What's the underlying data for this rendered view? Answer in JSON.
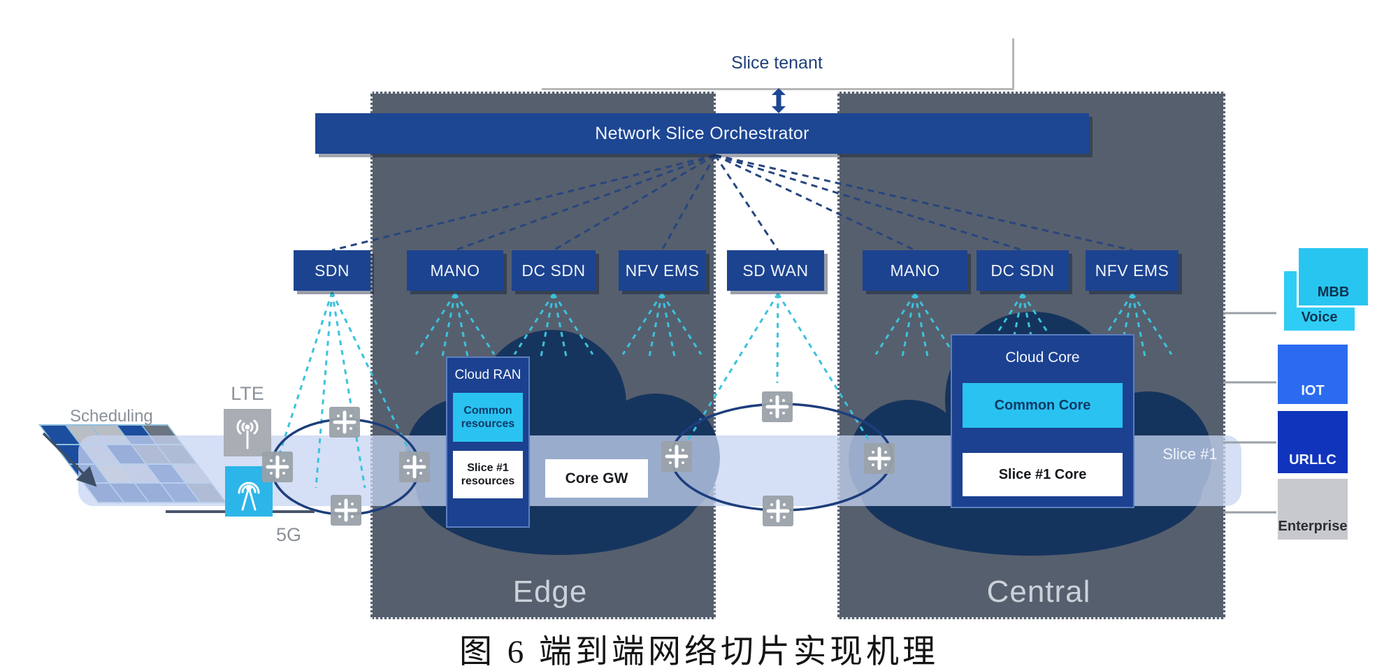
{
  "caption": "图 6 端到端网络切片实现机理",
  "slice_tenant": "Slice tenant",
  "orchestrator": "Network Slice Orchestrator",
  "controllers": {
    "sdn": "SDN",
    "mano_edge": "MANO",
    "dc_sdn_edge": "DC SDN",
    "nfv_ems_edge": "NFV EMS",
    "sd_wan": "SD WAN",
    "mano_central": "MANO",
    "dc_sdn_central": "DC SDN",
    "nfv_ems_central": "NFV EMS"
  },
  "edge": {
    "label": "Edge",
    "cloud_ran_title": "Cloud RAN",
    "cloud_ran_common": "Common resources",
    "cloud_ran_slice1": "Slice #1 resources",
    "core_gw": "Core GW"
  },
  "central": {
    "label": "Central",
    "cloud_core_title": "Cloud Core",
    "cloud_core_common": "Common Core",
    "cloud_core_slice1": "Slice #1 Core"
  },
  "access": {
    "scheduling": "Scheduling",
    "lte": "LTE",
    "five_g": "5G"
  },
  "slice_band_label": "Slice #1",
  "services": [
    {
      "label": "Voice",
      "color": "#2fcdf5"
    },
    {
      "label": "MBB",
      "color": "#29c5f1"
    },
    {
      "label": "IOT",
      "color": "#2a6bf0"
    },
    {
      "label": "URLLC",
      "color": "#1134bd"
    },
    {
      "label": "Enterprise",
      "color": "#c8c9cd"
    }
  ],
  "scheduling_grid": [
    [
      "navy",
      "lgray",
      "lgray",
      "navy",
      "dgray"
    ],
    [
      "navy",
      "lgray",
      "navy2",
      "dgray",
      "dgray"
    ],
    [
      "navy",
      "tan",
      "lgray",
      "navy",
      "lgray"
    ],
    [
      "navy2",
      "navy2",
      "navy2",
      "navy",
      "dgray"
    ]
  ],
  "colors": {
    "panel": "#565f6d",
    "box_navy": "#1c4390",
    "cyan": "#29c2f1",
    "cloud_navy": "#16355e",
    "slice_band": "#c7d4ef"
  }
}
